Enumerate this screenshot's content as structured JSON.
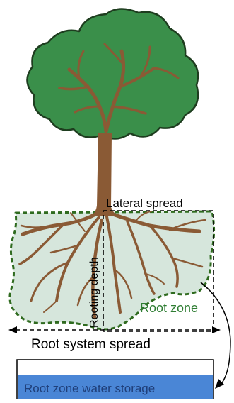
{
  "labels": {
    "lateral_spread": "Lateral spread",
    "rooting_depth": "Rooting depth",
    "root_zone": "Root zone",
    "root_system_spread": "Root system spread",
    "water_storage": "Root zone water storage"
  },
  "colors": {
    "canopy": "#3a8f4a",
    "canopy_outline": "#1e3d1f",
    "trunk": "#8a5a35",
    "root_zone_fill": "#d6e6dc",
    "root_zone_border": "#2f6b1f",
    "root_zone_label": "#2e7d32",
    "water_fill": "#4a86d6",
    "water_text": "#1f3f7a"
  }
}
